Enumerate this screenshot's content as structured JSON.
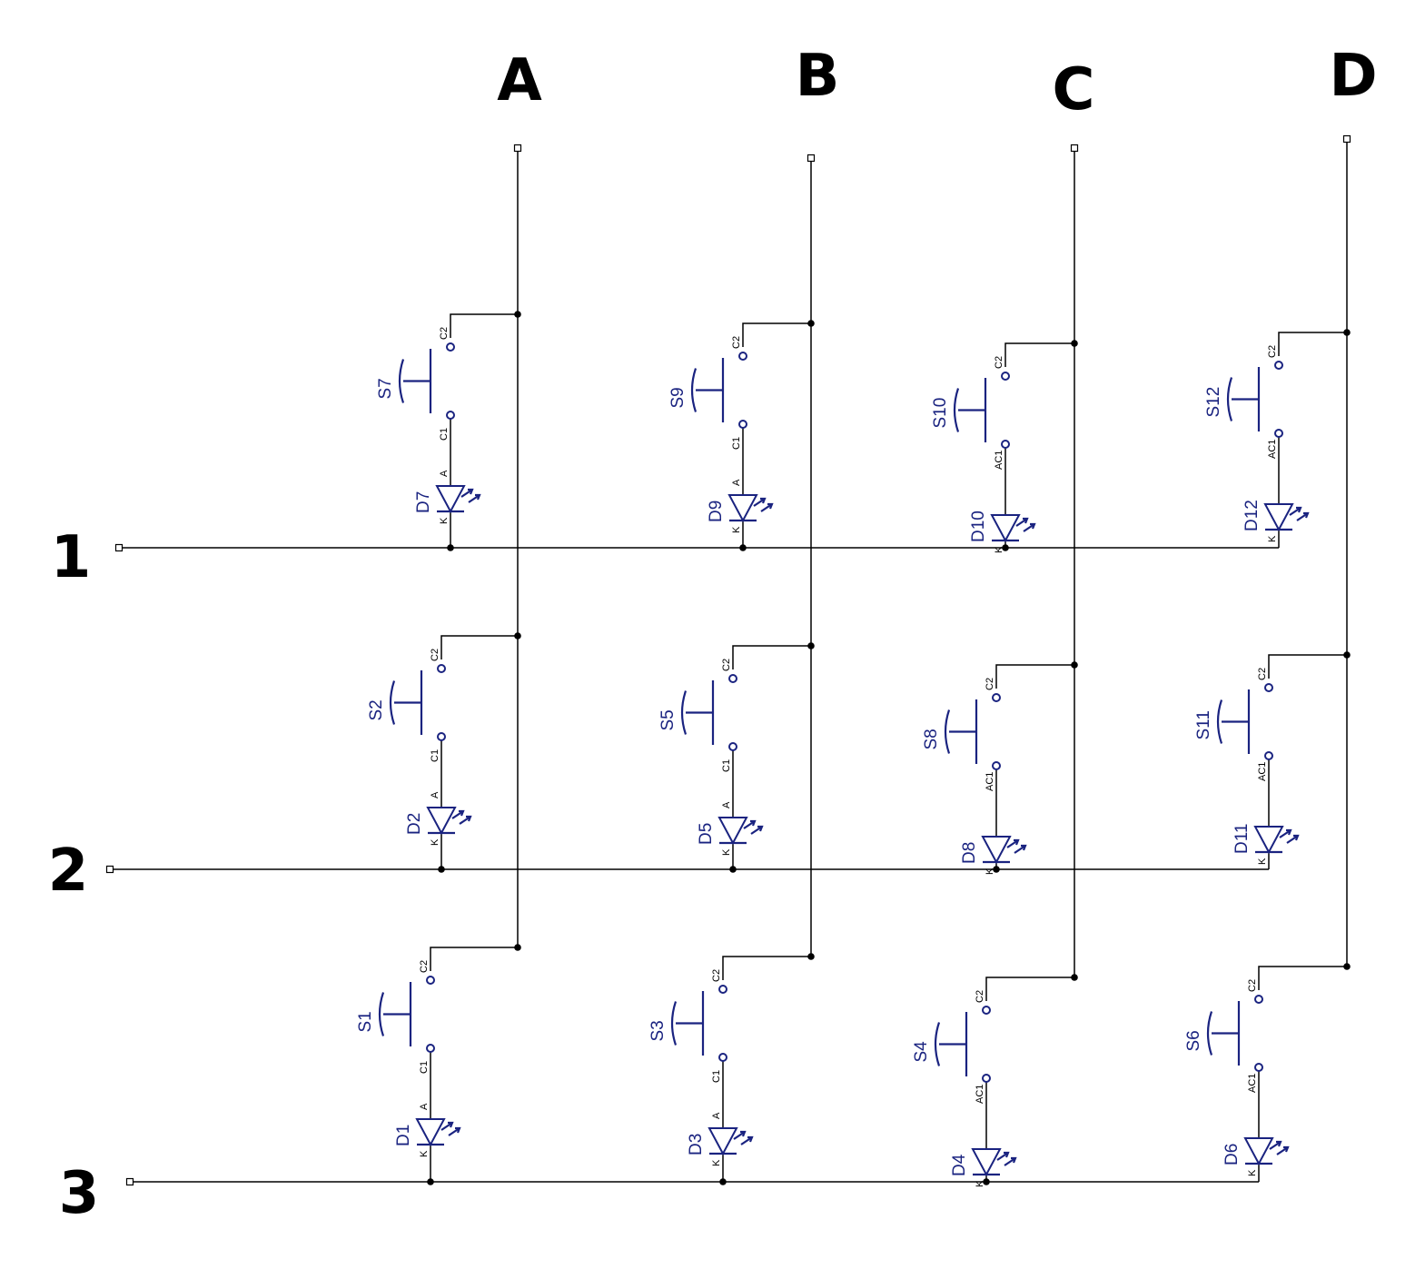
{
  "columns": [
    {
      "label": "A"
    },
    {
      "label": "B"
    },
    {
      "label": "C"
    },
    {
      "label": "D"
    }
  ],
  "rows": [
    {
      "label": "1"
    },
    {
      "label": "2"
    },
    {
      "label": "3"
    }
  ],
  "cells": [
    {
      "switch": "S7",
      "diode": "D7",
      "switch_pin1": "C1",
      "switch_pin2": "C2",
      "diode_anode": "A",
      "diode_cathode": "K"
    },
    {
      "switch": "S9",
      "diode": "D9",
      "switch_pin1": "C1",
      "switch_pin2": "C2",
      "diode_anode": "A",
      "diode_cathode": "K"
    },
    {
      "switch": "S10",
      "diode": "D10",
      "switch_pin1": "AC1",
      "switch_pin2": "C2",
      "diode_anode": "",
      "diode_cathode": "K"
    },
    {
      "switch": "S12",
      "diode": "D12",
      "switch_pin1": "AC1",
      "switch_pin2": "C2",
      "diode_anode": "",
      "diode_cathode": "K"
    },
    {
      "switch": "S2",
      "diode": "D2",
      "switch_pin1": "C1",
      "switch_pin2": "C2",
      "diode_anode": "A",
      "diode_cathode": "K"
    },
    {
      "switch": "S5",
      "diode": "D5",
      "switch_pin1": "C1",
      "switch_pin2": "C2",
      "diode_anode": "A",
      "diode_cathode": "K"
    },
    {
      "switch": "S8",
      "diode": "D8",
      "switch_pin1": "AC1",
      "switch_pin2": "C2",
      "diode_anode": "",
      "diode_cathode": "K"
    },
    {
      "switch": "S11",
      "diode": "D11",
      "switch_pin1": "AC1",
      "switch_pin2": "C2",
      "diode_anode": "",
      "diode_cathode": "K"
    },
    {
      "switch": "S1",
      "diode": "D1",
      "switch_pin1": "C1",
      "switch_pin2": "C2",
      "diode_anode": "A",
      "diode_cathode": "K"
    },
    {
      "switch": "S3",
      "diode": "D3",
      "switch_pin1": "C1",
      "switch_pin2": "C2",
      "diode_anode": "A",
      "diode_cathode": "K"
    },
    {
      "switch": "S4",
      "diode": "D4",
      "switch_pin1": "AC1",
      "switch_pin2": "C2",
      "diode_anode": "",
      "diode_cathode": "K"
    },
    {
      "switch": "S6",
      "diode": "D6",
      "switch_pin1": "AC1",
      "switch_pin2": "C2",
      "diode_anode": "",
      "diode_cathode": "K"
    }
  ],
  "colors": {
    "wire": "#000000",
    "component": "#1a2380",
    "background": "#ffffff"
  }
}
